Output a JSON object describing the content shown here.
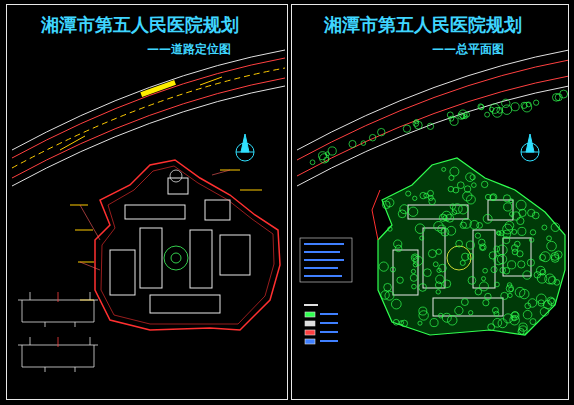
{
  "diagram": {
    "nodes": [
      {
        "text": [
          "湘潭市第五人民医院规划",
          "——道路定位图"
        ]
      },
      {
        "text": [
          "湘潭市第五人民医院规划",
          "——总平面图"
        ]
      }
    ]
  }
}
